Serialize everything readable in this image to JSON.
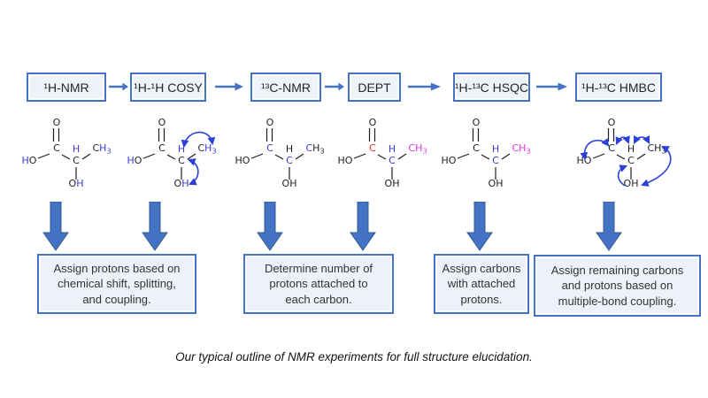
{
  "flow_boxes": [
    {
      "label": "¹H-NMR"
    },
    {
      "label": "¹H-¹H COSY"
    },
    {
      "label": "¹³C-NMR"
    },
    {
      "label": "DEPT"
    },
    {
      "label": "¹H-¹³C HSQC"
    },
    {
      "label": "¹H-¹³C HMBC"
    }
  ],
  "result_boxes": [
    {
      "text": "Assign protons based on\nchemical shift, splitting,\nand coupling."
    },
    {
      "text": "Determine number of\nprotons attached to\neach carbon."
    },
    {
      "text": "Assign carbons\nwith attached\nprotons."
    },
    {
      "text": "Assign remaining carbons\nand protons based on\nmultiple-bond coupling."
    }
  ],
  "caption": "Our typical outline of NMR experiments for full structure elucidation.",
  "palette": {
    "black": "#1f1f1f",
    "blue": "#3a3ad2",
    "red": "#e73223",
    "magenta": "#dd33dd",
    "arc": "#2b3fd9",
    "accent": "#4472c4",
    "accent_dark": "#35598f",
    "box_fill": "#eef2f9"
  },
  "molecule_name": "lactic acid",
  "structures": [
    {
      "experiment": "¹H-NMR",
      "colors": {
        "o": "black",
        "c1": "black",
        "ho_h": "blue",
        "ho_o": "black",
        "h": "blue",
        "c2": "black",
        "ch3_c": "black",
        "ch3_h": "blue",
        "oh_o": "black",
        "oh_h": "blue"
      },
      "arcs": "none"
    },
    {
      "experiment": "¹H-¹H COSY",
      "colors": {
        "o": "black",
        "c1": "black",
        "ho_h": "blue",
        "ho_o": "black",
        "h": "blue",
        "c2": "black",
        "ch3_c": "black",
        "ch3_h": "blue",
        "oh_o": "black",
        "oh_h": "blue"
      },
      "arcs": "cosy"
    },
    {
      "experiment": "¹³C-NMR",
      "colors": {
        "o": "black",
        "c1": "blue",
        "ho_h": "black",
        "ho_o": "black",
        "h": "black",
        "c2": "blue",
        "ch3_c": "blue",
        "ch3_h": "black",
        "oh_o": "black",
        "oh_h": "black"
      },
      "arcs": "none"
    },
    {
      "experiment": "DEPT",
      "colors": {
        "o": "black",
        "c1": "red",
        "ho_h": "black",
        "ho_o": "black",
        "h": "blue",
        "c2": "blue",
        "ch3_c": "magenta",
        "ch3_h": "magenta",
        "oh_o": "black",
        "oh_h": "black"
      },
      "arcs": "none"
    },
    {
      "experiment": "¹H-¹³C HSQC",
      "colors": {
        "o": "black",
        "c1": "black",
        "ho_h": "black",
        "ho_o": "black",
        "h": "blue",
        "c2": "blue",
        "ch3_c": "magenta",
        "ch3_h": "magenta",
        "oh_o": "black",
        "oh_h": "black"
      },
      "arcs": "none"
    },
    {
      "experiment": "¹H-¹³C HMBC",
      "colors": {
        "o": "black",
        "c1": "black",
        "ho_h": "black",
        "ho_o": "black",
        "h": "black",
        "c2": "black",
        "ch3_c": "black",
        "ch3_h": "black",
        "oh_o": "black",
        "oh_h": "black"
      },
      "arcs": "hmbc"
    }
  ]
}
